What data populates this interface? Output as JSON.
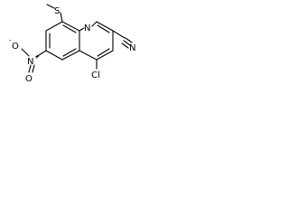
{
  "molecule": {
    "atoms": {
      "sulfur": "S",
      "ring_nitrogen": "N",
      "chlorine": "Cl",
      "nitrile_nitrogen": "N",
      "nitro_nitrogen": "N",
      "nitro_plus": "+",
      "nitro_oxygen_top": "O",
      "nitro_oxygen_bottom": "O",
      "nitro_minus": "-"
    }
  }
}
